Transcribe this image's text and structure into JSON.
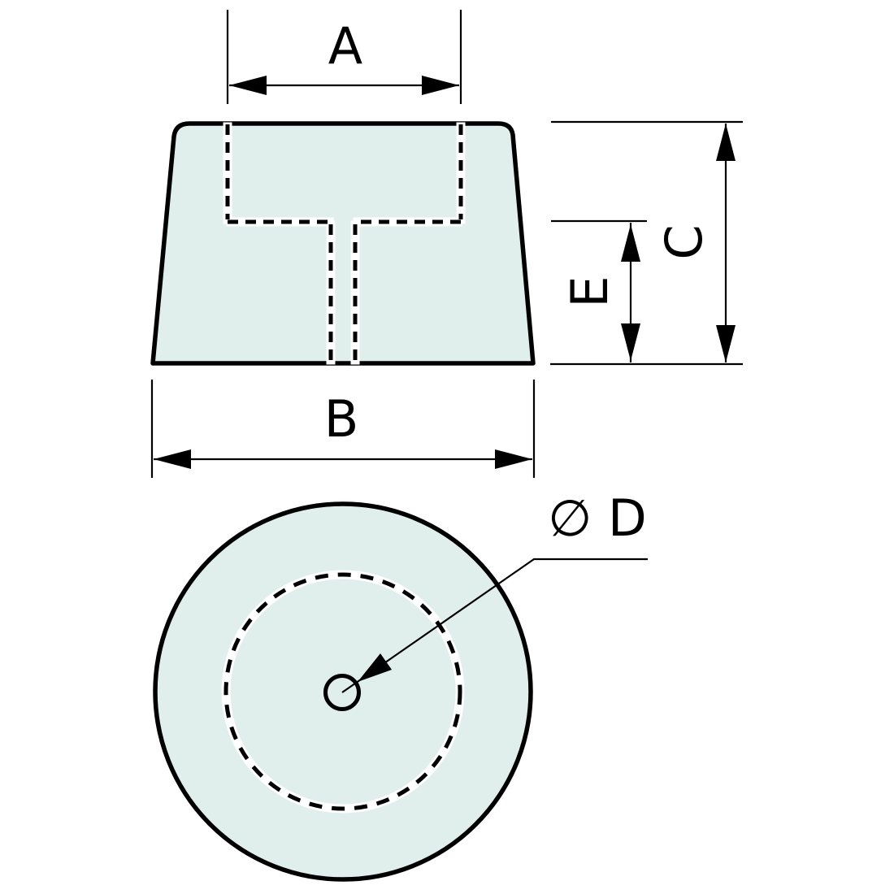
{
  "drawing": {
    "labels": {
      "dim_a": "A",
      "dim_b": "B",
      "dim_c": "C",
      "dim_e": "E",
      "dim_d": "∅ D"
    },
    "colors": {
      "part_fill": "#e0eeec",
      "line": "#000000",
      "background": "#ffffff"
    }
  }
}
